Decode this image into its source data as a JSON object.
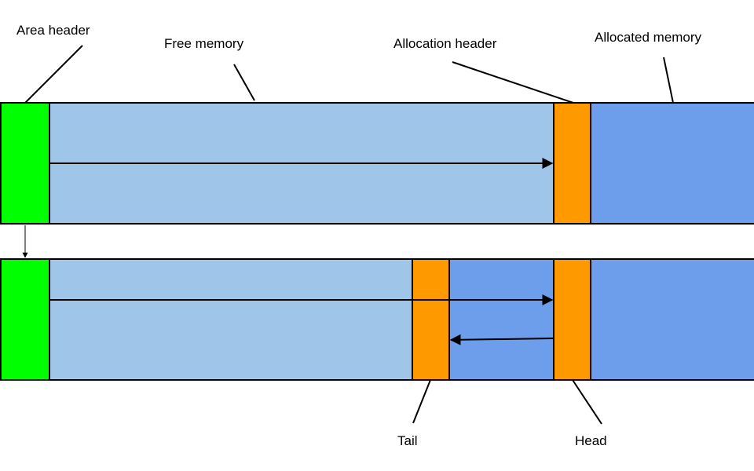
{
  "labels": {
    "area_header": "Area header",
    "free_memory": "Free memory",
    "allocation_header": "Allocation header",
    "allocated_memory": "Allocated memory",
    "tail": "Tail",
    "head": "Head"
  },
  "colors": {
    "area_header": "#00ff00",
    "free_memory": "#9fc5e8",
    "allocation_header": "#ff9900",
    "allocated_memory": "#6d9eeb",
    "outline": "#000000"
  }
}
